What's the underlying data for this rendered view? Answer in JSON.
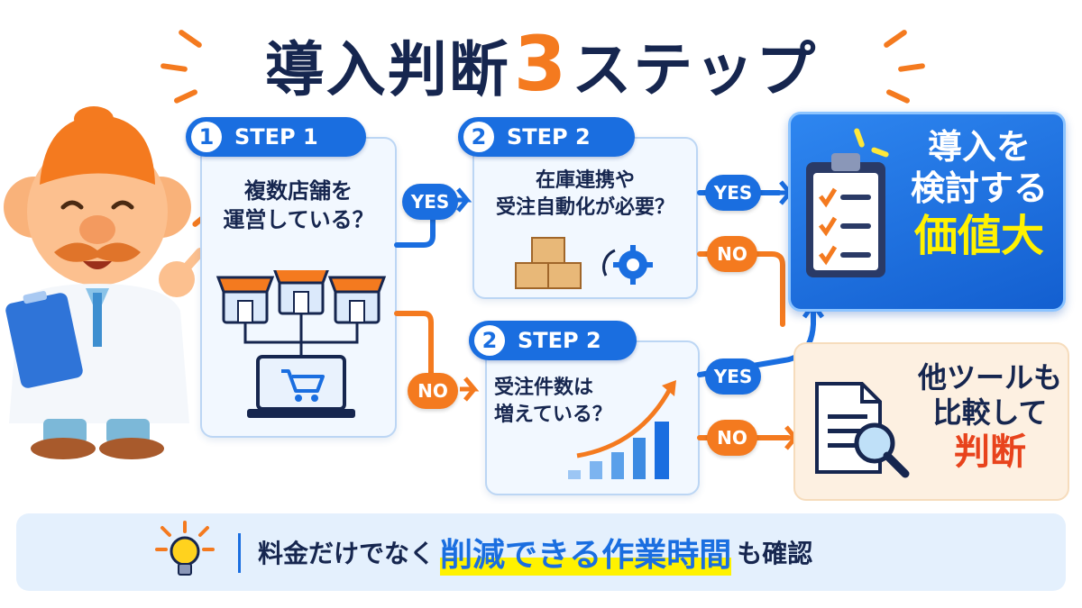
{
  "title": {
    "part1": "導入判断",
    "number": "3",
    "part2": "ステップ"
  },
  "step1": {
    "num": "1",
    "label": "STEP 1",
    "question_line1": "複数店舗を",
    "question_line2": "運営している？"
  },
  "step2_top": {
    "num": "2",
    "label": "STEP 2",
    "question_line1": "在庫連携や",
    "question_line2": "受注自動化が必要？"
  },
  "step2_bottom": {
    "num": "2",
    "label": "STEP 2",
    "question_line1": "受注件数は",
    "question_line2": "増えている？"
  },
  "connectors": {
    "yes": "YES",
    "no": "NO"
  },
  "result_yes": {
    "line1": "導入を",
    "line2": "検討する",
    "line3": "価値大"
  },
  "result_no": {
    "line1": "他ツールも",
    "line2": "比較して",
    "line3": "判断"
  },
  "bottom": {
    "prefix": "料金だけでなく",
    "highlight": "削減できる作業時間",
    "suffix": "も確認"
  },
  "colors": {
    "brand_blue": "#1a6ee0",
    "accent_orange": "#f47a1f",
    "navy_text": "#16264f",
    "highlight_yellow": "#fff200"
  }
}
